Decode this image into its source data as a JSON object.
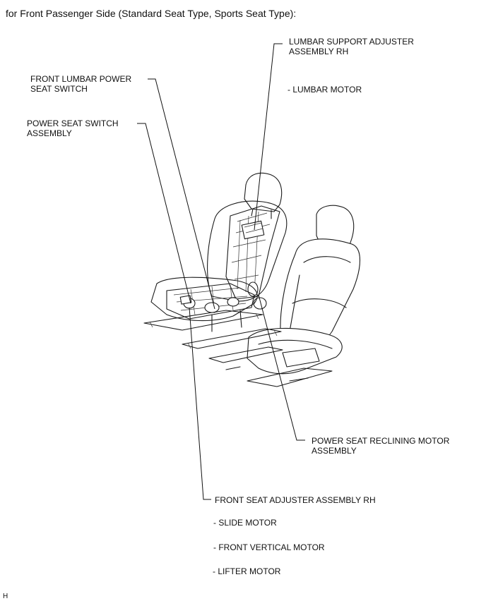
{
  "caption": "for Front Passenger Side (Standard Seat Type, Sports Seat Type):",
  "labels": {
    "lumbar_support": "LUMBAR SUPPORT ADJUSTER\nASSEMBLY RH",
    "front_lumbar_switch": "FRONT LUMBAR POWER\nSEAT SWITCH",
    "power_seat_switch": "POWER SEAT SWITCH\nASSEMBLY",
    "reclining_motor": "POWER SEAT RECLINING MOTOR\nASSEMBLY",
    "front_seat_adjuster": "FRONT SEAT ADJUSTER ASSEMBLY RH"
  },
  "sublabels": {
    "lumbar_motor": "- LUMBAR MOTOR",
    "slide_motor": "- SLIDE MOTOR",
    "front_vertical_motor": "- FRONT VERTICAL MOTOR",
    "lifter_motor": "- LIFTER MOTOR"
  },
  "footer": "H"
}
